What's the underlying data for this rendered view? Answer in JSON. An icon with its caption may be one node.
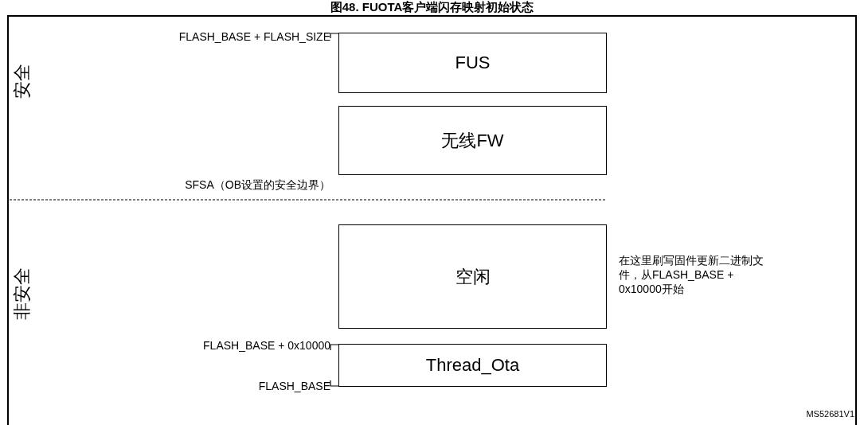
{
  "diagram": {
    "title": "图48. FUOTA客户端闪存映射初始状态",
    "nodes": [
      {
        "text": [
          "FUS"
        ]
      },
      {
        "text": [
          "无线FW"
        ]
      },
      {
        "text": [
          "空闲"
        ]
      },
      {
        "text": [
          "Thread_Ota"
        ]
      }
    ],
    "labels": [
      "FLASH_BASE + FLASH_SIZE",
      "安全",
      "SFSA（OB设置的安全边界）",
      "非安全",
      "在这里刷写固件更新二进制文件，从FLASH_BASE + 0x10000开始",
      "FLASH_BASE + 0x10000",
      "FLASH_BASE",
      "MS52681V1"
    ]
  }
}
